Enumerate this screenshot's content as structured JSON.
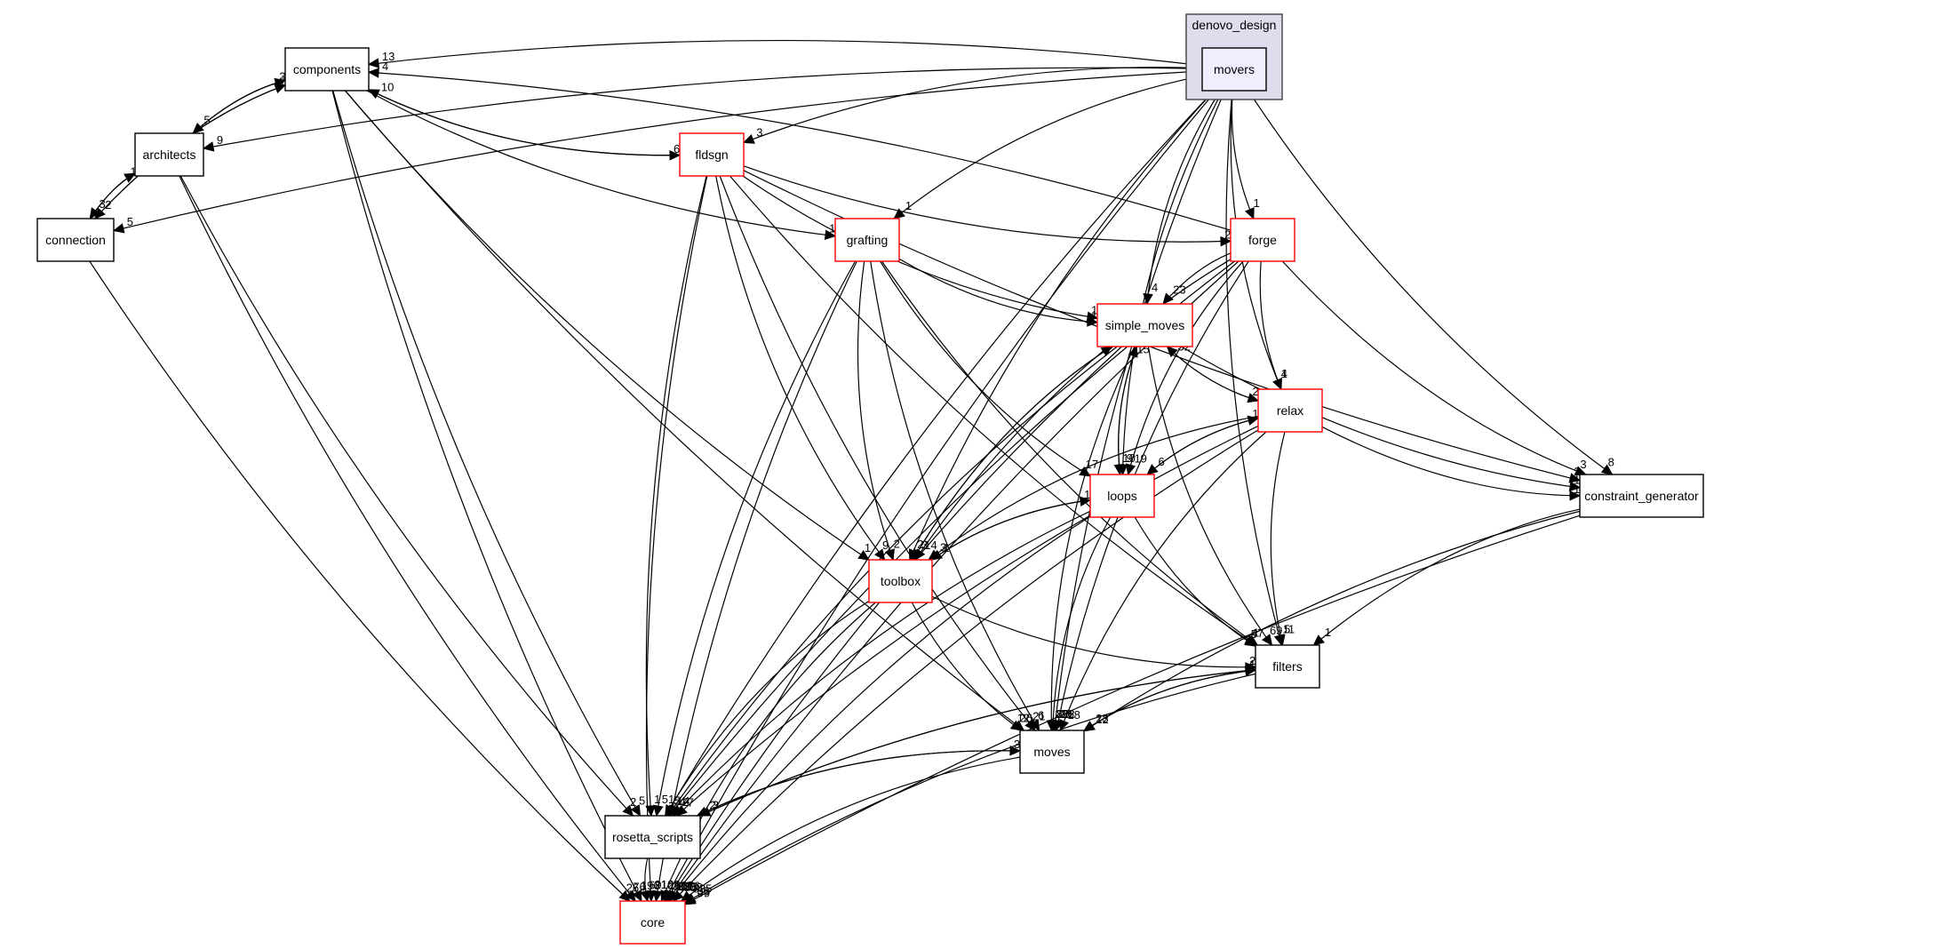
{
  "cluster": {
    "label": "denovo_design"
  },
  "nodes": [
    {
      "id": "movers",
      "label": "movers",
      "style": "focus"
    },
    {
      "id": "components",
      "label": "components",
      "style": "normal"
    },
    {
      "id": "architects",
      "label": "architects",
      "style": "normal"
    },
    {
      "id": "connection",
      "label": "connection",
      "style": "normal"
    },
    {
      "id": "fldsgn",
      "label": "fldsgn",
      "style": "red"
    },
    {
      "id": "grafting",
      "label": "grafting",
      "style": "red"
    },
    {
      "id": "forge",
      "label": "forge",
      "style": "red"
    },
    {
      "id": "simple_moves",
      "label": "simple_moves",
      "style": "red"
    },
    {
      "id": "relax",
      "label": "relax",
      "style": "red"
    },
    {
      "id": "loops",
      "label": "loops",
      "style": "red"
    },
    {
      "id": "constraint_generator",
      "label": "constraint_generator",
      "style": "normal"
    },
    {
      "id": "toolbox",
      "label": "toolbox",
      "style": "red"
    },
    {
      "id": "filters",
      "label": "filters",
      "style": "normal"
    },
    {
      "id": "moves",
      "label": "moves",
      "style": "normal"
    },
    {
      "id": "rosetta_scripts",
      "label": "rosetta_scripts",
      "style": "normal"
    },
    {
      "id": "core",
      "label": "core",
      "style": "red"
    }
  ],
  "edges": [
    {
      "from": "movers",
      "to": "components",
      "label": "13"
    },
    {
      "from": "movers",
      "to": "architects",
      "label": "9"
    },
    {
      "from": "movers",
      "to": "connection",
      "label": "5"
    },
    {
      "from": "movers",
      "to": "fldsgn",
      "label": "3"
    },
    {
      "from": "movers",
      "to": "grafting",
      "label": "1"
    },
    {
      "from": "movers",
      "to": "forge",
      "label": "1"
    },
    {
      "from": "movers",
      "to": "simple_moves",
      "label": "4"
    },
    {
      "from": "movers",
      "to": "relax",
      "label": "1"
    },
    {
      "from": "movers",
      "to": "loops",
      "label": "9"
    },
    {
      "from": "movers",
      "to": "constraint_generator",
      "label": "8"
    },
    {
      "from": "movers",
      "to": "toolbox",
      "label": "2"
    },
    {
      "from": "movers",
      "to": "filters",
      "label": "11"
    },
    {
      "from": "movers",
      "to": "moves",
      "label": "28"
    },
    {
      "from": "movers",
      "to": "rosetta_scripts",
      "label": "5"
    },
    {
      "from": "movers",
      "to": "core",
      "label": "330"
    },
    {
      "from": "components",
      "to": "architects",
      "label": "5"
    },
    {
      "from": "components",
      "to": "connection",
      "label": "2"
    },
    {
      "from": "components",
      "to": "fldsgn",
      "label": "6"
    },
    {
      "from": "components",
      "to": "grafting",
      "label": "1"
    },
    {
      "from": "components",
      "to": "toolbox",
      "label": "1"
    },
    {
      "from": "components",
      "to": "moves",
      "label": "26"
    },
    {
      "from": "components",
      "to": "rosetta_scripts",
      "label": "5"
    },
    {
      "from": "components",
      "to": "core",
      "label": "196"
    },
    {
      "from": "architects",
      "to": "components",
      "label": "31"
    },
    {
      "from": "architects",
      "to": "connection",
      "label": "3"
    },
    {
      "from": "architects",
      "to": "rosetta_scripts",
      "label": "2"
    },
    {
      "from": "architects",
      "to": "core",
      "label": "76"
    },
    {
      "from": "connection",
      "to": "components",
      "label": "7"
    },
    {
      "from": "connection",
      "to": "architects",
      "label": "1"
    },
    {
      "from": "connection",
      "to": "core",
      "label": "26"
    },
    {
      "from": "fldsgn",
      "to": "components",
      "label": "10"
    },
    {
      "from": "fldsgn",
      "to": "forge",
      "label": "2"
    },
    {
      "from": "fldsgn",
      "to": "simple_moves",
      "label": "1"
    },
    {
      "from": "fldsgn",
      "to": "toolbox",
      "label": "9"
    },
    {
      "from": "fldsgn",
      "to": "constraint_generator",
      "label": "3"
    },
    {
      "from": "fldsgn",
      "to": "filters",
      "label": "47"
    },
    {
      "from": "fldsgn",
      "to": "moves",
      "label": "21"
    },
    {
      "from": "fldsgn",
      "to": "rosetta_scripts",
      "label": "1"
    },
    {
      "from": "fldsgn",
      "to": "core",
      "label": "216"
    },
    {
      "from": "grafting",
      "to": "simple_moves",
      "label": "15"
    },
    {
      "from": "grafting",
      "to": "loops",
      "label": "17"
    },
    {
      "from": "grafting",
      "to": "toolbox",
      "label": "2"
    },
    {
      "from": "grafting",
      "to": "filters",
      "label": "1"
    },
    {
      "from": "grafting",
      "to": "moves",
      "label": "6"
    },
    {
      "from": "grafting",
      "to": "rosetta_scripts",
      "label": "51"
    },
    {
      "from": "grafting",
      "to": "core",
      "label": "126"
    },
    {
      "from": "forge",
      "to": "components",
      "label": "4"
    },
    {
      "from": "forge",
      "to": "simple_moves",
      "label": "23"
    },
    {
      "from": "forge",
      "to": "relax",
      "label": "4"
    },
    {
      "from": "forge",
      "to": "loops",
      "label": "19"
    },
    {
      "from": "forge",
      "to": "toolbox",
      "label": "14"
    },
    {
      "from": "forge",
      "to": "constraint_generator",
      "label": "3"
    },
    {
      "from": "forge",
      "to": "moves",
      "label": "22"
    },
    {
      "from": "forge",
      "to": "rosetta_scripts",
      "label": "4"
    },
    {
      "from": "forge",
      "to": "core",
      "label": "358"
    },
    {
      "from": "simple_moves",
      "to": "relax",
      "label": "2"
    },
    {
      "from": "simple_moves",
      "to": "loops",
      "label": "10"
    },
    {
      "from": "simple_moves",
      "to": "toolbox",
      "label": "3"
    },
    {
      "from": "simple_moves",
      "to": "constraint_generator",
      "label": "1"
    },
    {
      "from": "simple_moves",
      "to": "filters",
      "label": "69"
    },
    {
      "from": "simple_moves",
      "to": "moves",
      "label": "286"
    },
    {
      "from": "simple_moves",
      "to": "rosetta_scripts",
      "label": "14"
    },
    {
      "from": "simple_moves",
      "to": "core",
      "label": "1276"
    },
    {
      "from": "relax",
      "to": "simple_moves",
      "label": "32"
    },
    {
      "from": "relax",
      "to": "loops",
      "label": "6"
    },
    {
      "from": "relax",
      "to": "toolbox",
      "label": "3"
    },
    {
      "from": "relax",
      "to": "constraint_generator",
      "label": "1"
    },
    {
      "from": "relax",
      "to": "filters",
      "label": "5"
    },
    {
      "from": "relax",
      "to": "moves",
      "label": "18"
    },
    {
      "from": "relax",
      "to": "rosetta_scripts",
      "label": "7"
    },
    {
      "from": "relax",
      "to": "core",
      "label": "353"
    },
    {
      "from": "loops",
      "to": "simple_moves",
      "label": "15"
    },
    {
      "from": "loops",
      "to": "relax",
      "label": "1"
    },
    {
      "from": "loops",
      "to": "toolbox",
      "label": "1"
    },
    {
      "from": "loops",
      "to": "filters",
      "label": "5"
    },
    {
      "from": "loops",
      "to": "moves",
      "label": "80"
    },
    {
      "from": "loops",
      "to": "rosetta_scripts",
      "label": "2"
    },
    {
      "from": "loops",
      "to": "core",
      "label": "533"
    },
    {
      "from": "toolbox",
      "to": "simple_moves",
      "label": "9"
    },
    {
      "from": "toolbox",
      "to": "loops",
      "label": "15"
    },
    {
      "from": "toolbox",
      "to": "filters",
      "label": "2"
    },
    {
      "from": "toolbox",
      "to": "moves",
      "label": "12"
    },
    {
      "from": "toolbox",
      "to": "rosetta_scripts",
      "label": "5"
    },
    {
      "from": "toolbox",
      "to": "core",
      "label": "1168"
    },
    {
      "from": "constraint_generator",
      "to": "filters",
      "label": "1"
    },
    {
      "from": "constraint_generator",
      "to": "moves",
      "label": "12"
    },
    {
      "from": "constraint_generator",
      "to": "core",
      "label": "99"
    },
    {
      "from": "filters",
      "to": "moves",
      "label": "23"
    },
    {
      "from": "filters",
      "to": "rosetta_scripts",
      "label": "3"
    },
    {
      "from": "filters",
      "to": "core",
      "label": "35"
    },
    {
      "from": "moves",
      "to": "filters",
      "label": "16"
    },
    {
      "from": "moves",
      "to": "rosetta_scripts",
      "label": "2"
    },
    {
      "from": "moves",
      "to": "core",
      "label": "835"
    },
    {
      "from": "rosetta_scripts",
      "to": "moves",
      "label": "31"
    },
    {
      "from": "rosetta_scripts",
      "to": "filters",
      "label": "1"
    },
    {
      "from": "rosetta_scripts",
      "to": "core",
      "label": "69"
    }
  ]
}
